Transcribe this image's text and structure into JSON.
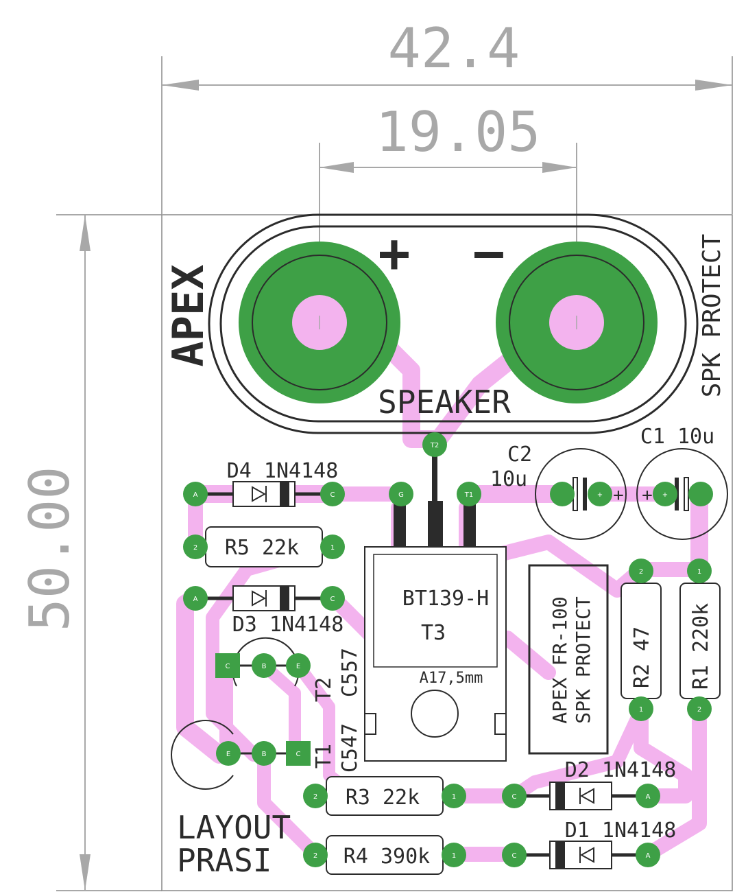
{
  "dimensions": {
    "width_total": "42.4",
    "pin_spacing": "19.05",
    "height_total": "50.00"
  },
  "labels": {
    "brand": "APEX",
    "title_vertical": "SPK PROTECT",
    "speaker": "SPEAKER",
    "plus": "+",
    "minus": "−",
    "layout_line1": "LAYOUT",
    "layout_line2": "PRASI",
    "board_name_line1": "APEX FR-100",
    "board_name_line2": "SPK PROTECT",
    "heatsink_note": "A17,5mm"
  },
  "components": {
    "d4": "D4  1N4148",
    "r5": "R5 22k",
    "d3": "D3   1N4148",
    "t2": "T2",
    "t2_part": "C557",
    "t1": "T1",
    "t1_part": "C547",
    "r3": "R3  22k",
    "r4": "R4  390k",
    "c2": "C2",
    "c2_val": "10u",
    "c1": "C1 10u",
    "t3_part": "BT139-H",
    "t3": "T3",
    "r2": "R2  47",
    "r1": "R1  220k",
    "d2": "D2  1N4148",
    "d1": "D1  1N4148"
  },
  "pads": {
    "a": "A",
    "c": "C",
    "b": "B",
    "e": "E",
    "g": "G",
    "t1": "T1",
    "t2": "T2",
    "one": "1",
    "two": "2",
    "plus": "+"
  },
  "colors": {
    "copper_pad": "#3ea046",
    "trace": "#f3b3ee",
    "silkscreen": "#2b2b2b",
    "dimension": "#a8a8a8"
  }
}
